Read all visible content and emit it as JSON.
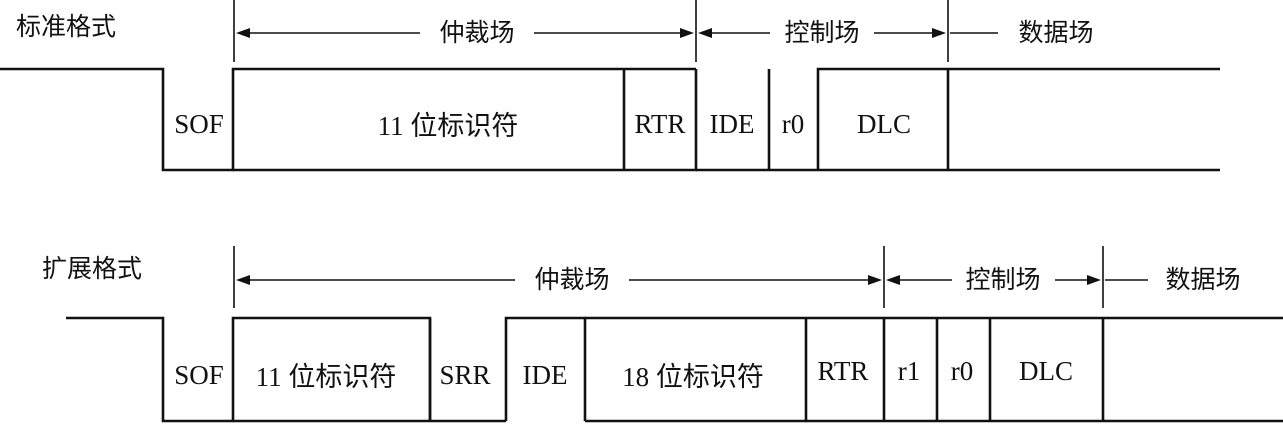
{
  "standard": {
    "title": "标准格式",
    "segments": {
      "arbitration": "仲裁场",
      "control": "控制场",
      "data": "数据场"
    },
    "fields": [
      "SOF",
      "11 位标识符",
      "RTR",
      "IDE",
      "r0",
      "DLC"
    ]
  },
  "extended": {
    "title": "扩展格式",
    "segments": {
      "arbitration": "仲裁场",
      "control": "控制场",
      "data": "数据场"
    },
    "fields": [
      "SOF",
      "11 位标识符",
      "SRR",
      "IDE",
      "18 位标识符",
      "RTR",
      "r1",
      "r0",
      "DLC"
    ]
  }
}
